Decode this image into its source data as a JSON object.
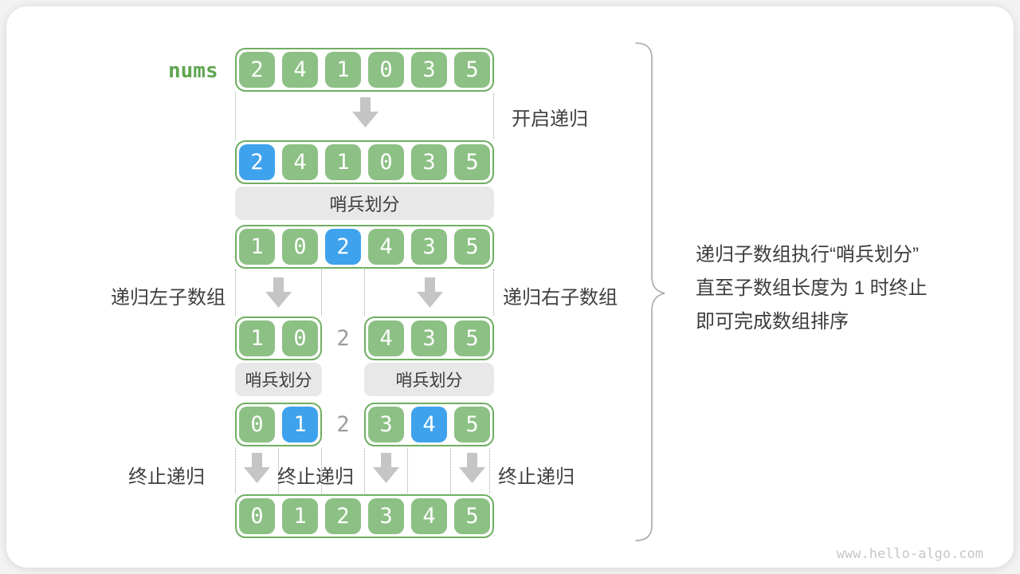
{
  "nums_label": "nums",
  "labels": {
    "start_recursion": "开启递归",
    "partition": "哨兵划分",
    "recurse_left": "递归左子数组",
    "recurse_right": "递归右子数组",
    "terminate_left": "终止递归",
    "terminate_mid": "终止递归",
    "terminate_right": "终止递归"
  },
  "note": {
    "line1": "递归子数组执行“哨兵划分”",
    "line2": "直至子数组长度为 1 时终止",
    "line3": "即可完成数组排序"
  },
  "steps": {
    "row1": {
      "cells": [
        "2",
        "4",
        "1",
        "0",
        "3",
        "5"
      ],
      "highlighted": []
    },
    "row2": {
      "cells": [
        "2",
        "4",
        "1",
        "0",
        "3",
        "5"
      ],
      "highlighted": [
        0
      ]
    },
    "row3": {
      "cells": [
        "1",
        "0",
        "2",
        "4",
        "3",
        "5"
      ],
      "highlighted": [
        2
      ]
    },
    "row4": {
      "left": [
        "1",
        "0"
      ],
      "pivot": "2",
      "right": [
        "4",
        "3",
        "5"
      ],
      "highlighted_left": [],
      "highlighted_right": []
    },
    "row5": {
      "left": [
        "0",
        "1"
      ],
      "pivot": "2",
      "right": [
        "3",
        "4",
        "5"
      ],
      "highlighted_left": [
        1
      ],
      "highlighted_right": [
        1
      ]
    },
    "row6": {
      "cells": [
        "0",
        "1",
        "2",
        "3",
        "4",
        "5"
      ],
      "highlighted": []
    }
  },
  "colors": {
    "cell_green": "#8cc084",
    "cell_blue": "#3fa2ec",
    "array_border": "#6fae62",
    "nums_text": "#5fa551",
    "bar_bg": "#e8e8e8",
    "text_dark": "#3f3f3f",
    "pivot_gray": "#9b9b9b",
    "arrow_gray": "#c5c5c5",
    "brace_gray": "#a8a8a8",
    "watermark_gray": "#c7c7c7"
  },
  "watermark": "www.hello-algo.com"
}
